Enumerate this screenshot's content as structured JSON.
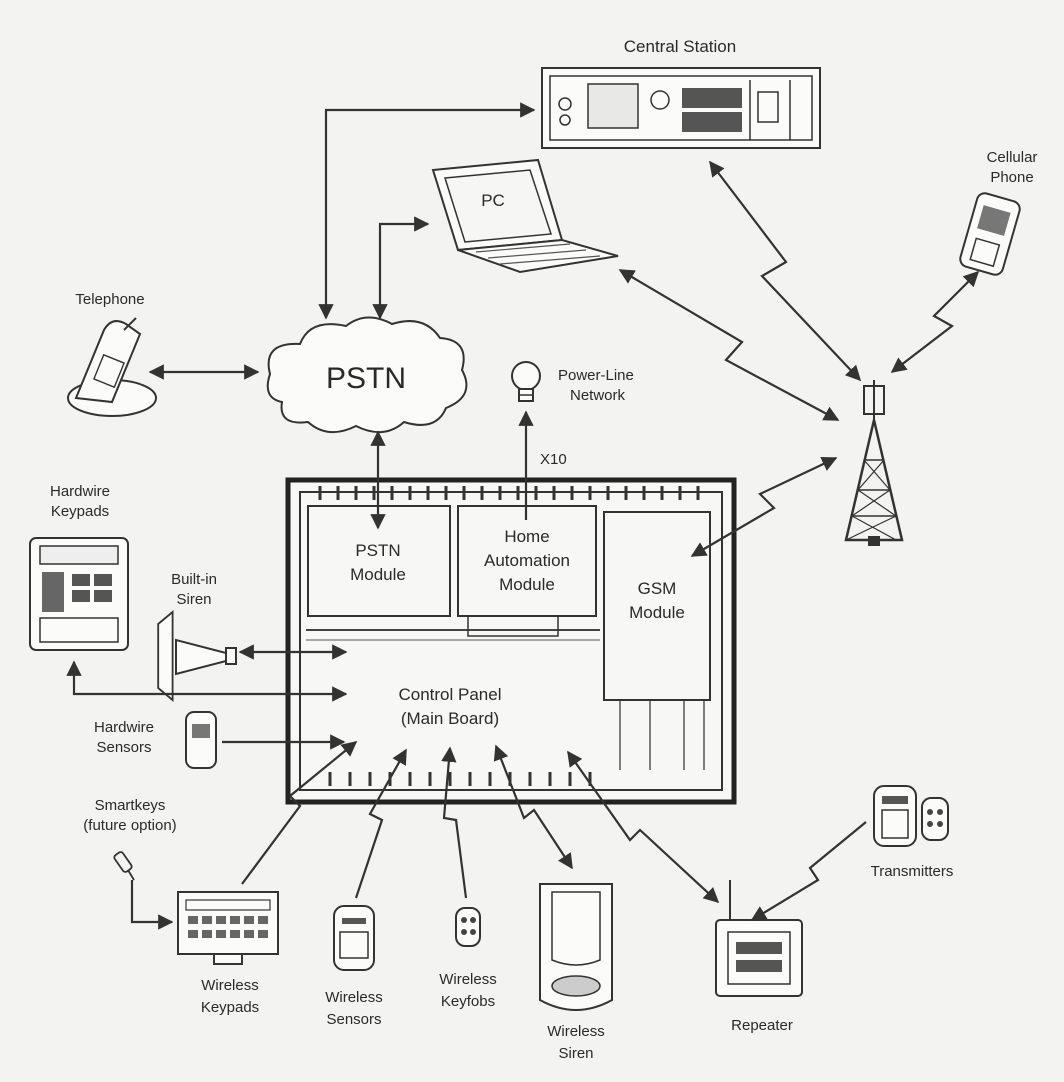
{
  "labels": {
    "central_station": "Central Station",
    "cellular_phone_1": "Cellular",
    "cellular_phone_2": "Phone",
    "pc": "PC",
    "telephone": "Telephone",
    "pstn": "PSTN",
    "power_line_1": "Power-Line",
    "power_line_2": "Network",
    "x10": "X10",
    "hardwire_keypads_1": "Hardwire",
    "hardwire_keypads_2": "Keypads",
    "builtin_siren_1": "Built-in",
    "builtin_siren_2": "Siren",
    "pstn_module_1": "PSTN",
    "pstn_module_2": "Module",
    "home_automation_1": "Home",
    "home_automation_2": "Automation",
    "home_automation_3": "Module",
    "gsm_module_1": "GSM",
    "gsm_module_2": "Module",
    "control_panel_1": "Control Panel",
    "control_panel_2": "(Main Board)",
    "hardwire_sensors_1": "Hardwire",
    "hardwire_sensors_2": "Sensors",
    "smartkeys_1": "Smartkeys",
    "smartkeys_2": "(future option)",
    "wireless_keypads_1": "Wireless",
    "wireless_keypads_2": "Keypads",
    "wireless_sensors_1": "Wireless",
    "wireless_sensors_2": "Sensors",
    "wireless_keyfobs_1": "Wireless",
    "wireless_keyfobs_2": "Keyfobs",
    "wireless_siren_1": "Wireless",
    "wireless_siren_2": "Siren",
    "repeater": "Repeater",
    "transmitters": "Transmitters"
  },
  "colors": {
    "background": "#f3f3f1",
    "line": "#333333",
    "device_fill": "#fbfbfa"
  }
}
